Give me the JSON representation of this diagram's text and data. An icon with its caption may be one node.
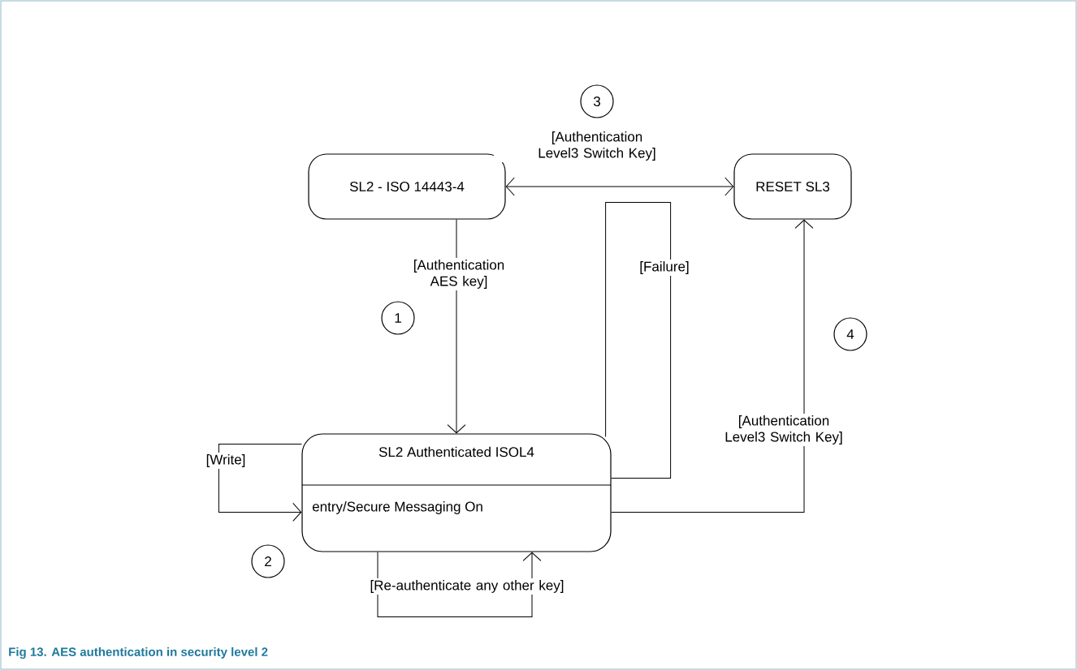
{
  "diagram": {
    "caption": "Fig 13. AES authentication in security level 2",
    "nodes": [
      {
        "text": [
          "SL2 - ISO 14443-4"
        ]
      },
      {
        "text": [
          "RESET SL3"
        ]
      },
      {
        "text": [
          "SL2 Authenticated ISOL4",
          "entry/Secure Messaging On"
        ]
      }
    ],
    "edges": [
      {
        "from": 0,
        "to": 2,
        "arrow": "to",
        "label": "[Authentication AES key]"
      },
      {
        "from": 0,
        "to": 1,
        "arrow": "both",
        "label": "[Authentication Level3 Switch Key]"
      },
      {
        "from": 2,
        "to": 2,
        "arrow": "none",
        "label": "[Failure]"
      },
      {
        "from": 2,
        "to": 1,
        "arrow": "to",
        "label": "[Authentication Level3 Switch Key]"
      },
      {
        "from": 2,
        "to": 2,
        "arrow": "to",
        "label": "[Write]"
      },
      {
        "from": 2,
        "to": 2,
        "arrow": "to",
        "label": "[Re-authenticate any other key]"
      }
    ],
    "labels": [
      "3",
      "1",
      "4",
      "2"
    ]
  }
}
